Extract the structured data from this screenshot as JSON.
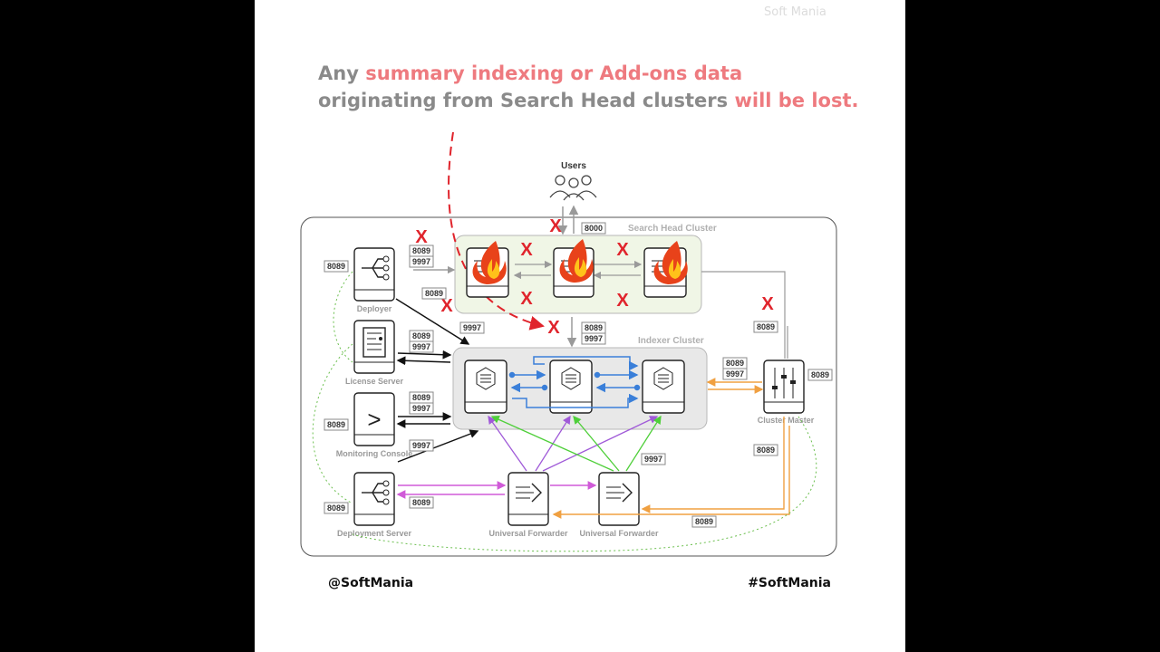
{
  "watermark_top": "Soft Mania",
  "headline": {
    "part1": "Any ",
    "part2": "summary indexing or Add-ons data",
    "part3": " originating from Search Head clusters ",
    "part4": "will be lost."
  },
  "colors": {
    "highlight": "#ee7a7f",
    "muted": "#8a8a8a",
    "x_mark": "#e0242c",
    "blue": "#3a7fd9",
    "purple": "#a05ad8",
    "green": "#4fcf3a",
    "orange": "#f0a041",
    "magenta": "#d05ad8"
  },
  "labels": {
    "users": "Users",
    "search_head_cluster": "Search Head Cluster",
    "indexer_cluster": "Indexer Cluster",
    "deployer": "Deployer",
    "license_server": "License Server",
    "monitoring_console": "Monitoring Console",
    "deployment_server": "Deployment Server",
    "universal_forwarder_1": "Universal Forwarder",
    "universal_forwarder_2": "Universal Forwarder",
    "cluster_master": "Cluster Master",
    "mark_x": "X",
    "prompt_glyph": ">"
  },
  "ports": {
    "p8089": "8089",
    "p9997": "9997",
    "p8000": "8000"
  },
  "footer": {
    "left": "@SoftMania",
    "right": "#SoftMania"
  },
  "icons": [
    "users-icon",
    "fire-icon",
    "server-icon",
    "deploy-tree-icon",
    "document-icon",
    "terminal-icon",
    "forwarder-arrow-icon",
    "sliders-icon",
    "x-mark-icon"
  ]
}
